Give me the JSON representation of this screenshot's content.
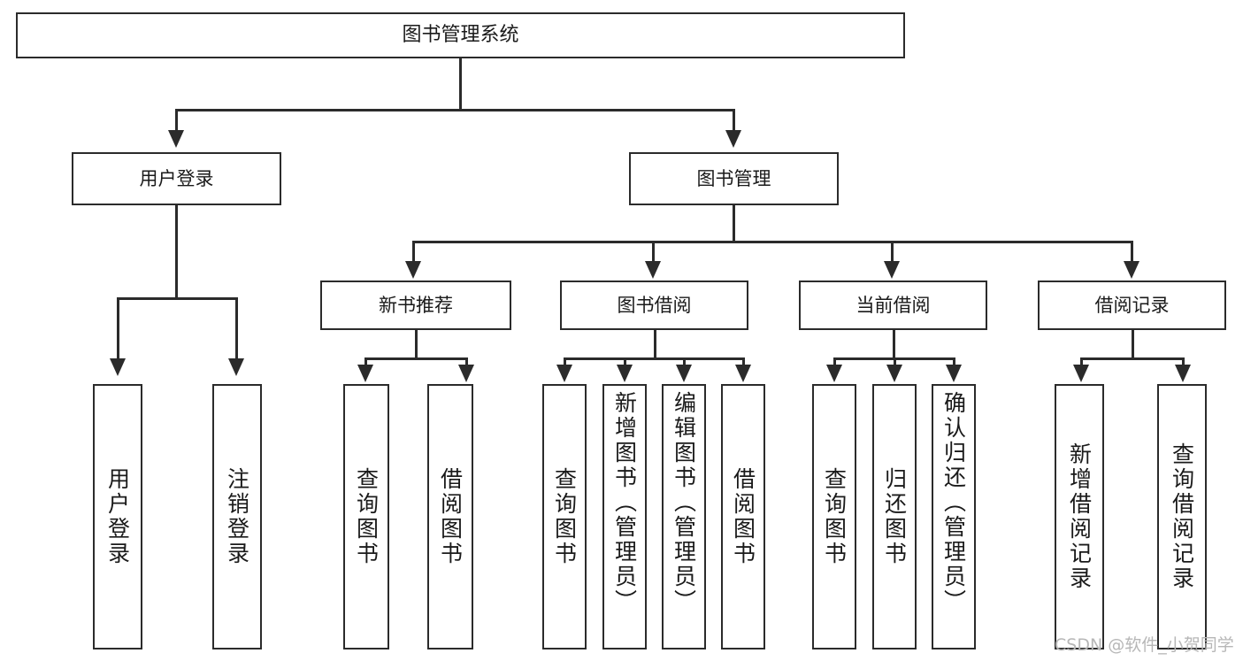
{
  "diagram": {
    "title": "图书管理系统",
    "type": "hierarchy-tree",
    "root": {
      "label": "图书管理系统"
    },
    "tier2": [
      {
        "label": "用户登录"
      },
      {
        "label": "图书管理"
      }
    ],
    "tier3": [
      {
        "label": "新书推荐"
      },
      {
        "label": "图书借阅"
      },
      {
        "label": "当前借阅"
      },
      {
        "label": "借阅记录"
      }
    ],
    "leaves": {
      "user_login": [
        {
          "label": "用户登录"
        },
        {
          "label": "注销登录"
        }
      ],
      "new_book_recommend": [
        {
          "label": "查询图书"
        },
        {
          "label": "借阅图书"
        }
      ],
      "book_borrow": [
        {
          "label": "查询图书"
        },
        {
          "label": "新增图书（管理员）"
        },
        {
          "label": "编辑图书（管理员）"
        },
        {
          "label": "借阅图书"
        }
      ],
      "current_borrow": [
        {
          "label": "查询图书"
        },
        {
          "label": "归还图书"
        },
        {
          "label": "确认归还（管理员）"
        }
      ],
      "borrow_record": [
        {
          "label": "新增借阅记录"
        },
        {
          "label": "查询借阅记录"
        }
      ]
    }
  },
  "watermark": {
    "text": "CSDN @软件_小贺同学"
  },
  "colors": {
    "border": "#2b2b2b",
    "background": "#ffffff",
    "text": "#1a1a1a",
    "watermark": "#b7b7b7"
  }
}
